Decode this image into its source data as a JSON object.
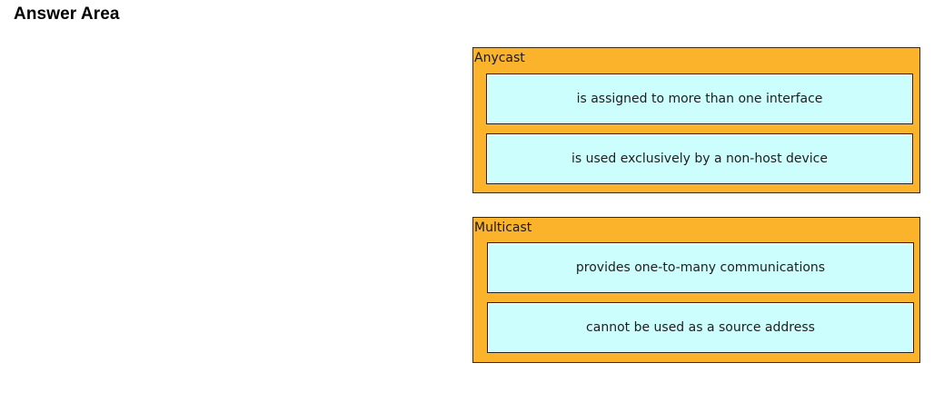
{
  "header": {
    "title": "Answer Area"
  },
  "groups": [
    {
      "label": "Anycast",
      "items": [
        "is assigned to more than one interface",
        "is used exclusively by a non-host device"
      ]
    },
    {
      "label": "Multicast",
      "items": [
        "provides one-to-many communications",
        "cannot be used as a source address"
      ]
    }
  ],
  "colors": {
    "group_background": "#fbb32c",
    "item_background": "#ccfefe"
  }
}
